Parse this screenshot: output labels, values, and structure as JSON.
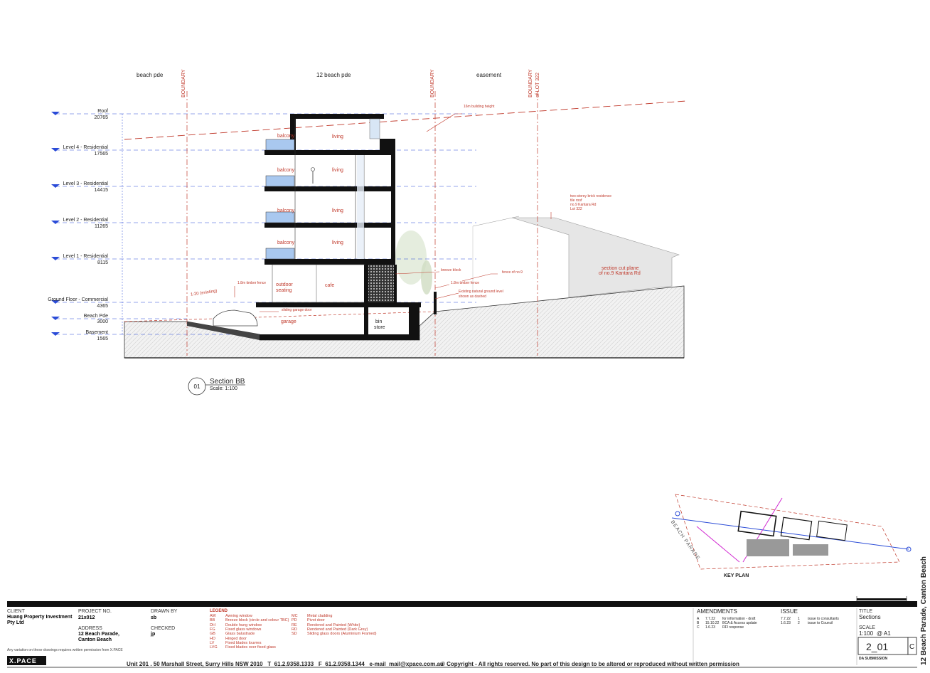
{
  "top_labels": {
    "beach_pde": "beach pde",
    "twelve_beach_pde": "12 beach pde",
    "easement": "easement",
    "boundary1": "BOUNDARY",
    "boundary2": "BOUNDARY",
    "boundary3a": "BOUNDARY",
    "boundary3b": "of LOT 322"
  },
  "levels": [
    {
      "name": "Roof",
      "rl": "20765"
    },
    {
      "name": "Level 4 - Residential",
      "rl": "17565"
    },
    {
      "name": "Level 3 - Residential",
      "rl": "14415"
    },
    {
      "name": "Level 2 - Residential",
      "rl": "11265"
    },
    {
      "name": "Level 1 - Residential",
      "rl": "8115"
    },
    {
      "name": "Ground Floor - Commercial",
      "rl": "4365"
    },
    {
      "name": "Beach Pde",
      "rl": "3000"
    },
    {
      "name": "Basement",
      "rl": "1565"
    }
  ],
  "rooms": {
    "balcony": "balcony",
    "living": "living",
    "outdoor_seating_a": "outdoor",
    "outdoor_seating_b": "seating",
    "cafe": "cafe",
    "garage": "garage",
    "bin_a": "bin",
    "bin_b": "store"
  },
  "annotations": {
    "height_plane": "16m building height",
    "breeze_block": "breeze block",
    "fence_lot": "fence of no.9",
    "timber_fence_left": "1.8m timber fence",
    "timber_fence_right": "1.8m timber fence",
    "ngl_a": "Existing natural ground level",
    "ngl_b": "shown as dashed",
    "driveway": "1:20 (existing)",
    "garage_door": "sliding garage door",
    "residence_a": "two-storey brick residence",
    "residence_b": "tile roof",
    "residence_c": "no.9 Kantara Rd",
    "residence_d": "Lot 322",
    "section_cut_a": "section cut plane",
    "section_cut_b": "of no.9 Kantara Rd"
  },
  "section_title": {
    "number": "01",
    "name": "Section BB",
    "scale": "Scale: 1:100"
  },
  "key_plan": {
    "label": "KEY PLAN",
    "street": "BEACH PARADE"
  },
  "title_block": {
    "client_label": "CLIENT",
    "client_value": "Huang Property Investment Pty Ltd",
    "project_no_label": "PROJECT NO.",
    "project_no_value": "21x012",
    "address_label": "ADDRESS",
    "address_value_1": "12 Beach Parade,",
    "address_value_2": "Canton Beach",
    "drawn_by_label": "DRAWN BY",
    "drawn_by_value": "sb",
    "checked_label": "CHECKED",
    "checked_value": "jp",
    "legend_title": "LEGEND",
    "legend_left": [
      [
        "AW",
        "Awning window"
      ],
      [
        "BB",
        "Breeze block (circle and colour TBC)"
      ],
      [
        "DH",
        "Double hung window"
      ],
      [
        "FG",
        "Fixed glass windows"
      ],
      [
        "GB",
        "Glass balustrade"
      ],
      [
        "HD",
        "Hinged door"
      ],
      [
        "LV",
        "Fixed blades louvres"
      ],
      [
        "LVG",
        "Fixed blades over fixed glass"
      ]
    ],
    "legend_right": [
      [
        "MC",
        "Metal cladding"
      ],
      [
        "PD",
        "Pivot door"
      ],
      [
        "RE",
        "Rendered and Painted (White)"
      ],
      [
        "RD",
        "Rendered and Painted (Dark Grey)"
      ],
      [
        "SD",
        "Sliding glass doors (Aluminium Framed)"
      ]
    ],
    "amendments_label": "AMENDMENTS",
    "amendments": [
      [
        "A",
        "7.7.22",
        "for information - draft"
      ],
      [
        "B",
        "15.10.22",
        "BCA & Access update"
      ],
      [
        "C",
        "1.6.23",
        "RFI response"
      ]
    ],
    "issue_label": "ISSUE",
    "issues": [
      [
        "7.7.22",
        "1",
        "issue to consultants"
      ],
      [
        "1.6.23",
        "2",
        "issue to Council"
      ]
    ],
    "title_label": "TITLE",
    "title_value": "Sections",
    "scale_label": "SCALE",
    "scale_value": "1:100",
    "scale_sheet": "@ A1",
    "drawing_no": "2_01",
    "revision": "C",
    "purpose": "DA SUBMISSION",
    "logo": "X.PACE",
    "copyright_note": "Any variation on these drawings requires written permission from X.PACE",
    "office_address": "Unit 201 . 50 Marshall Street, Surry Hills NSW 2010   T  61.2.9358.1333   F  61.2.9358.1344   e-mail  mail@xpace.com.au",
    "copyright": "© Copyright - All rights reserved. No part of this design to be altered or reproduced without written permission",
    "side_title": "12 Beach Parade, Canton Beach"
  },
  "colors": {
    "red": "#c0392b",
    "blue": "#2a4bd7",
    "glass": "#a9c8ef",
    "wall": "#111111",
    "ground": "#efefef",
    "magenta": "#d12ad1"
  }
}
